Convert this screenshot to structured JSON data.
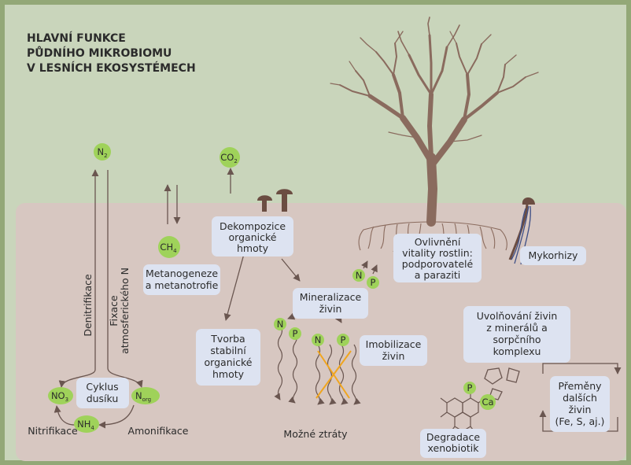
{
  "title": [
    "HLAVNÍ FUNKCE",
    "PŮDNÍHO MIKROBIOMU",
    "V LESNÍCH EKOSYSTÉMECH"
  ],
  "chemistry": {
    "n2": {
      "base": "N",
      "sub": "2"
    },
    "co2": {
      "base": "CO",
      "sub": "2"
    },
    "ch4": {
      "base": "CH",
      "sub": "4"
    },
    "no3": {
      "base": "NO",
      "sub": "3"
    },
    "norg": {
      "base": "N",
      "sub": "org"
    },
    "nh4": {
      "base": "NH",
      "sub": "4"
    },
    "n": "N",
    "p": "P",
    "ca": "Ca"
  },
  "boxes": {
    "decomposition": [
      "Dekompozice",
      "organické",
      "hmoty"
    ],
    "methanogenesis": [
      "Metanogeneze",
      "a metanotrofie"
    ],
    "mineralization": [
      "Mineralizace",
      "živin"
    ],
    "stable_om": [
      "Tvorba",
      "stabilní",
      "organické",
      "hmoty"
    ],
    "plant_vitality": [
      "Ovlivnění",
      "vitality rostlin:",
      "podporovatelé",
      "a paraziti"
    ],
    "mycorrhiza": [
      "Mykorhizy"
    ],
    "nutrient_release": [
      "Uvolňování živin",
      "z minerálů a",
      "sorpčního",
      "komplexu"
    ],
    "immobilization": [
      "Imobilizace",
      "živin"
    ],
    "nitrogen_cycle": [
      "Cyklus",
      "dusíku"
    ],
    "other_nutrients": [
      "Přeměny",
      "dalších",
      "živin",
      "(Fe, S, aj.)"
    ],
    "xenobiotics": [
      "Degradace",
      "xenobiotik"
    ]
  },
  "labels": {
    "denitrification": "Denitrifikace",
    "fixation": [
      "Fixace",
      "atmosferického N"
    ],
    "nitrification": "Nitrifikace",
    "ammonification": "Amonifikace",
    "losses": "Možné ztráty"
  },
  "colors": {
    "sky": "#c9d5bb",
    "frame": "#93a877",
    "soil": "#d7c7c1",
    "box": "#dde3f1",
    "circle": "#9fd25a",
    "tree": "#8a6b5e",
    "arrow": "#6a5650",
    "cross": "#f0a51e",
    "hypha": "#3e4f86"
  }
}
